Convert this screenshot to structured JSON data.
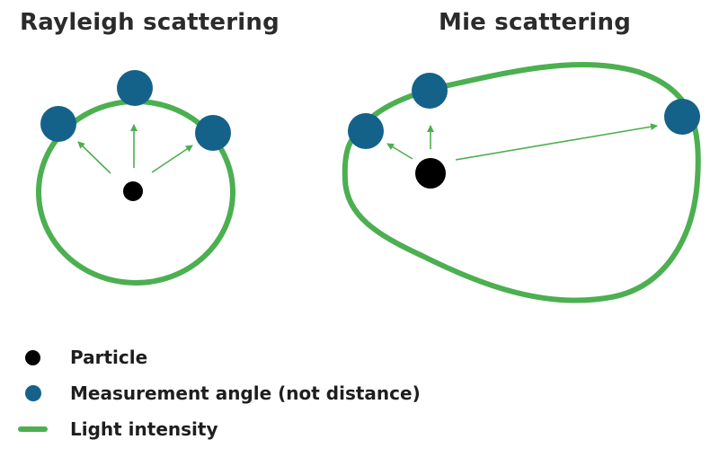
{
  "titles": {
    "rayleigh": "Rayleigh scattering",
    "mie": "Mie scattering"
  },
  "legend": {
    "particle": "Particle",
    "measurement": "Measurement angle (not distance)",
    "intensity": "Light intensity"
  },
  "colors": {
    "particle": "#000000",
    "measurement": "#14628a",
    "intensity": "#4caf50",
    "arrow": "#4caf50"
  }
}
